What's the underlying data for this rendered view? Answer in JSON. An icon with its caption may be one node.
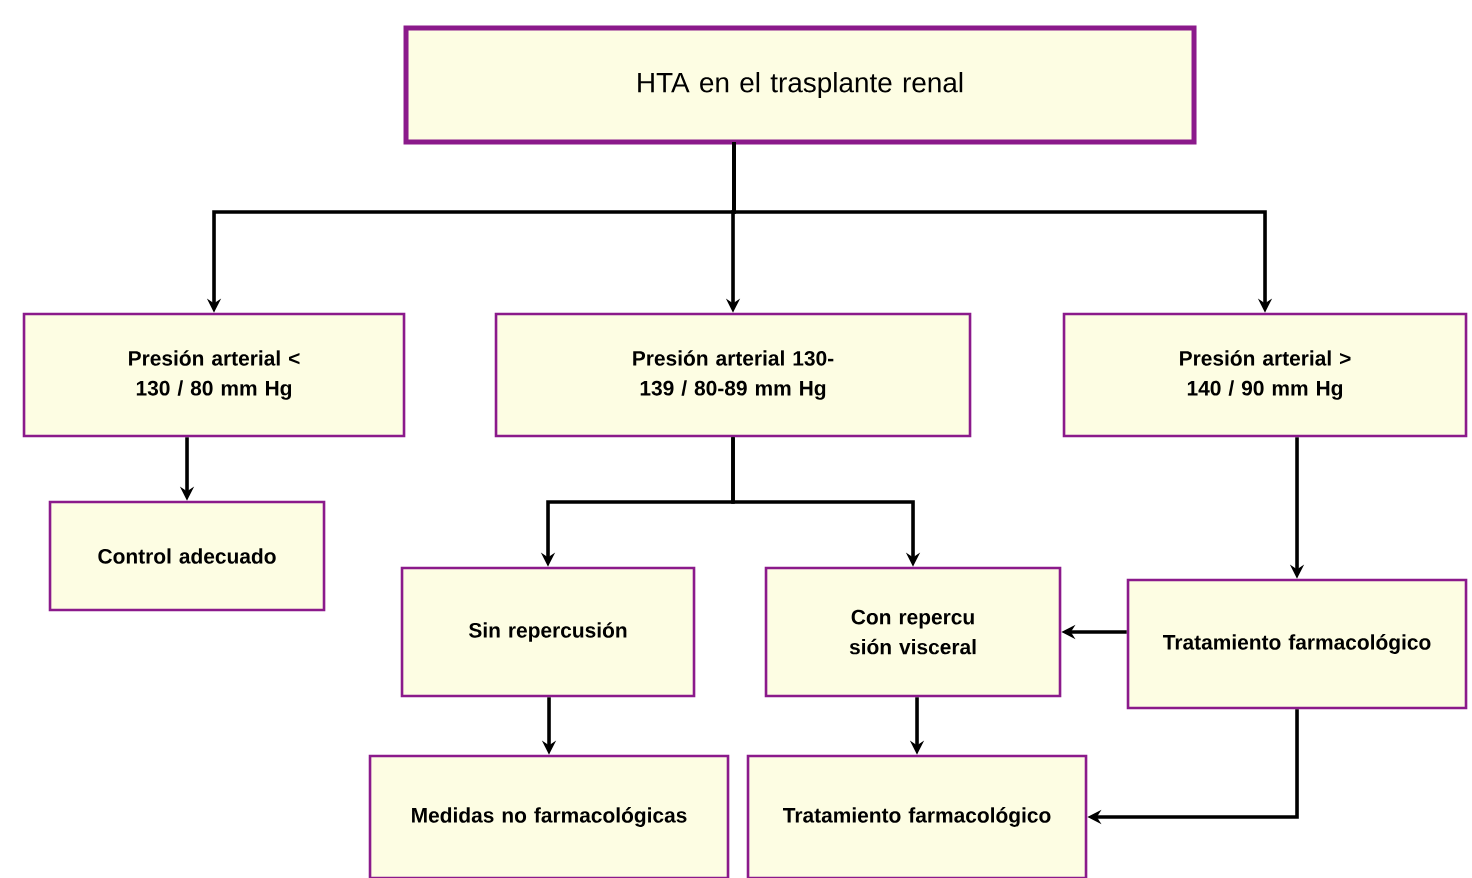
{
  "diagram": {
    "nodes": [
      {
        "text": [
          "HTA en el trasplante renal"
        ]
      },
      {
        "text": [
          "Presión arterial < 130 / 80 mm Hg"
        ]
      },
      {
        "text": [
          "Presión arterial 130-139 / 80-89 mm Hg"
        ]
      },
      {
        "text": [
          "Presión arterial > 140 / 90 mm Hg"
        ]
      },
      {
        "text": [
          "Control adecuado"
        ]
      },
      {
        "text": [
          "Sin repercusión"
        ]
      },
      {
        "text": [
          "Con repercu sión visceral"
        ]
      },
      {
        "text": [
          "Tratamiento farmacológico"
        ]
      },
      {
        "text": [
          "Medidas no farmacológicas"
        ]
      },
      {
        "text": [
          "Tratamiento farmacológico"
        ]
      }
    ],
    "edges": [
      {
        "from": 0,
        "to": 1,
        "arrow": "to"
      },
      {
        "from": 0,
        "to": 2,
        "arrow": "to"
      },
      {
        "from": 0,
        "to": 3,
        "arrow": "to"
      },
      {
        "from": 1,
        "to": 4,
        "arrow": "to"
      },
      {
        "from": 2,
        "to": 5,
        "arrow": "to"
      },
      {
        "from": 2,
        "to": 6,
        "arrow": "to"
      },
      {
        "from": 3,
        "to": 7,
        "arrow": "to"
      },
      {
        "from": 7,
        "to": 6,
        "arrow": "to"
      },
      {
        "from": 5,
        "to": 8,
        "arrow": "to"
      },
      {
        "from": 6,
        "to": 9,
        "arrow": "to"
      },
      {
        "from": 7,
        "to": 9,
        "arrow": "to"
      }
    ]
  }
}
